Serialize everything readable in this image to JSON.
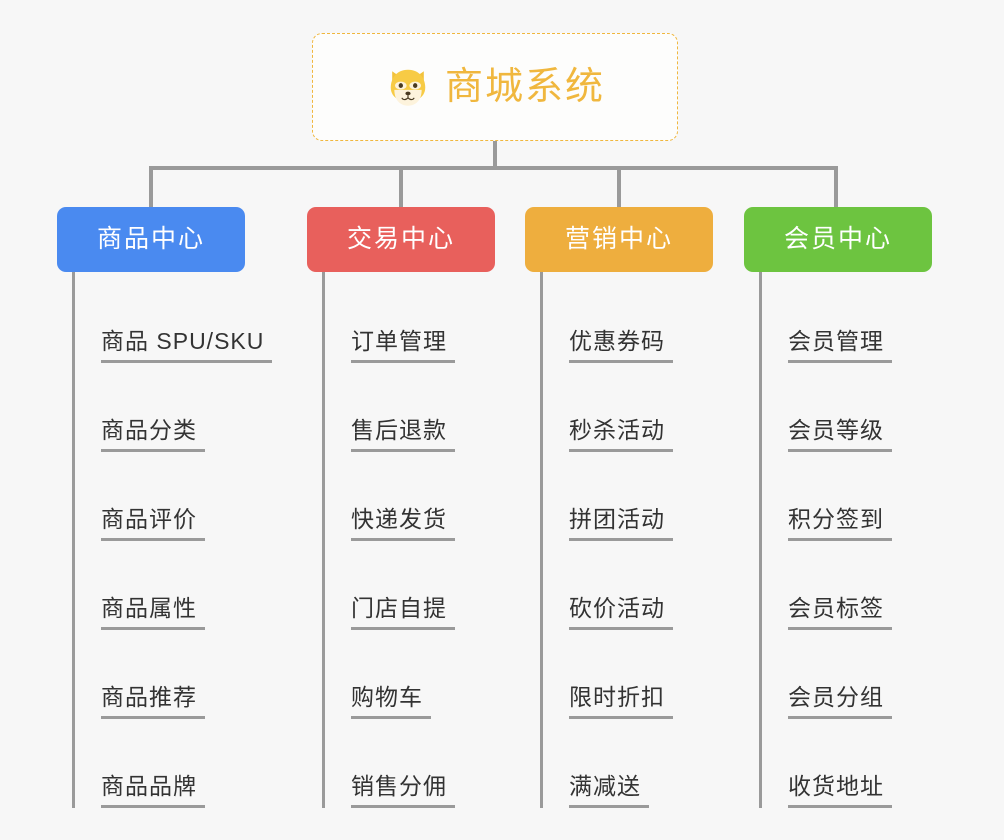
{
  "diagram": {
    "type": "mindmap",
    "title": "商城系统",
    "root": {
      "label": "商城系统",
      "icon": "shiba-dog-emoji",
      "border_style": "dashed",
      "accent_color": "#f0b73e",
      "background": "#fdfdfc"
    },
    "background_color": "#f7f7f7",
    "connector_color": "#9a9a9a",
    "leaf_text_color": "#333333",
    "branches": [
      {
        "label": "商品中心",
        "color": "#4a8af0",
        "items": [
          "商品 SPU/SKU",
          "商品分类",
          "商品评价",
          "商品属性",
          "商品推荐",
          "商品品牌"
        ]
      },
      {
        "label": "交易中心",
        "color": "#e8605c",
        "items": [
          "订单管理",
          "售后退款",
          "快递发货",
          "门店自提",
          "购物车",
          "销售分佣"
        ]
      },
      {
        "label": "营销中心",
        "color": "#eeae3e",
        "items": [
          "优惠券码",
          "秒杀活动",
          "拼团活动",
          "砍价活动",
          "限时折扣",
          "满减送"
        ]
      },
      {
        "label": "会员中心",
        "color": "#6dc440",
        "items": [
          "会员管理",
          "会员等级",
          "积分签到",
          "会员标签",
          "会员分组",
          "收货地址"
        ]
      }
    ]
  }
}
